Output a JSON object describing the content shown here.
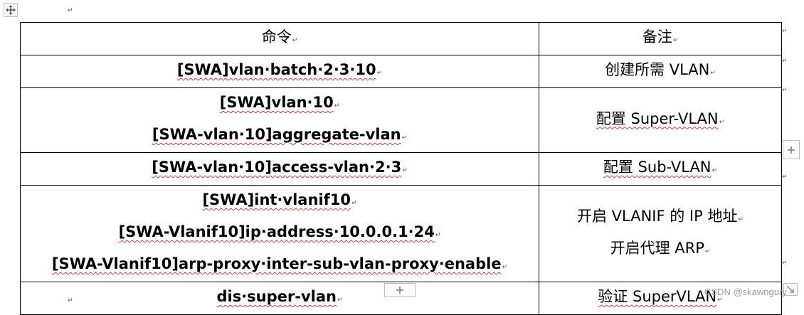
{
  "table": {
    "headers": {
      "command": "命令",
      "note": "备注"
    },
    "rows": [
      {
        "commands": [
          "[SWA]vlan·batch·2·3·10"
        ],
        "note": [
          "创建所需 VLAN"
        ]
      },
      {
        "commands": [
          "[SWA]vlan·10",
          "[SWA-vlan·10]aggregate-vlan"
        ],
        "note": [
          "配置 Super-VLAN"
        ]
      },
      {
        "commands": [
          "[SWA-vlan·10]access-vlan·2·3"
        ],
        "note": [
          "配置 Sub-VLAN"
        ]
      },
      {
        "commands": [
          "[SWA]int·vlanif10",
          "[SWA-Vlanif10]ip·address·10.0.0.1·24",
          "[SWA-Vlanif10]arp-proxy·inter-sub-vlan-proxy·enable"
        ],
        "note": [
          "开启 VLANIF 的 IP 地址",
          "开启代理 ARP"
        ]
      },
      {
        "commands": [
          "dis·super-vlan"
        ],
        "note": [
          "验证 SuperVLAN"
        ]
      }
    ]
  },
  "watermark": "CSDN @skawngury",
  "icons": {
    "move": "move-arrows-icon",
    "add_column": "plus-icon",
    "add_row": "plus-icon",
    "resize": "resize-corner-icon",
    "paragraph": "paragraph-return-mark-icon"
  }
}
